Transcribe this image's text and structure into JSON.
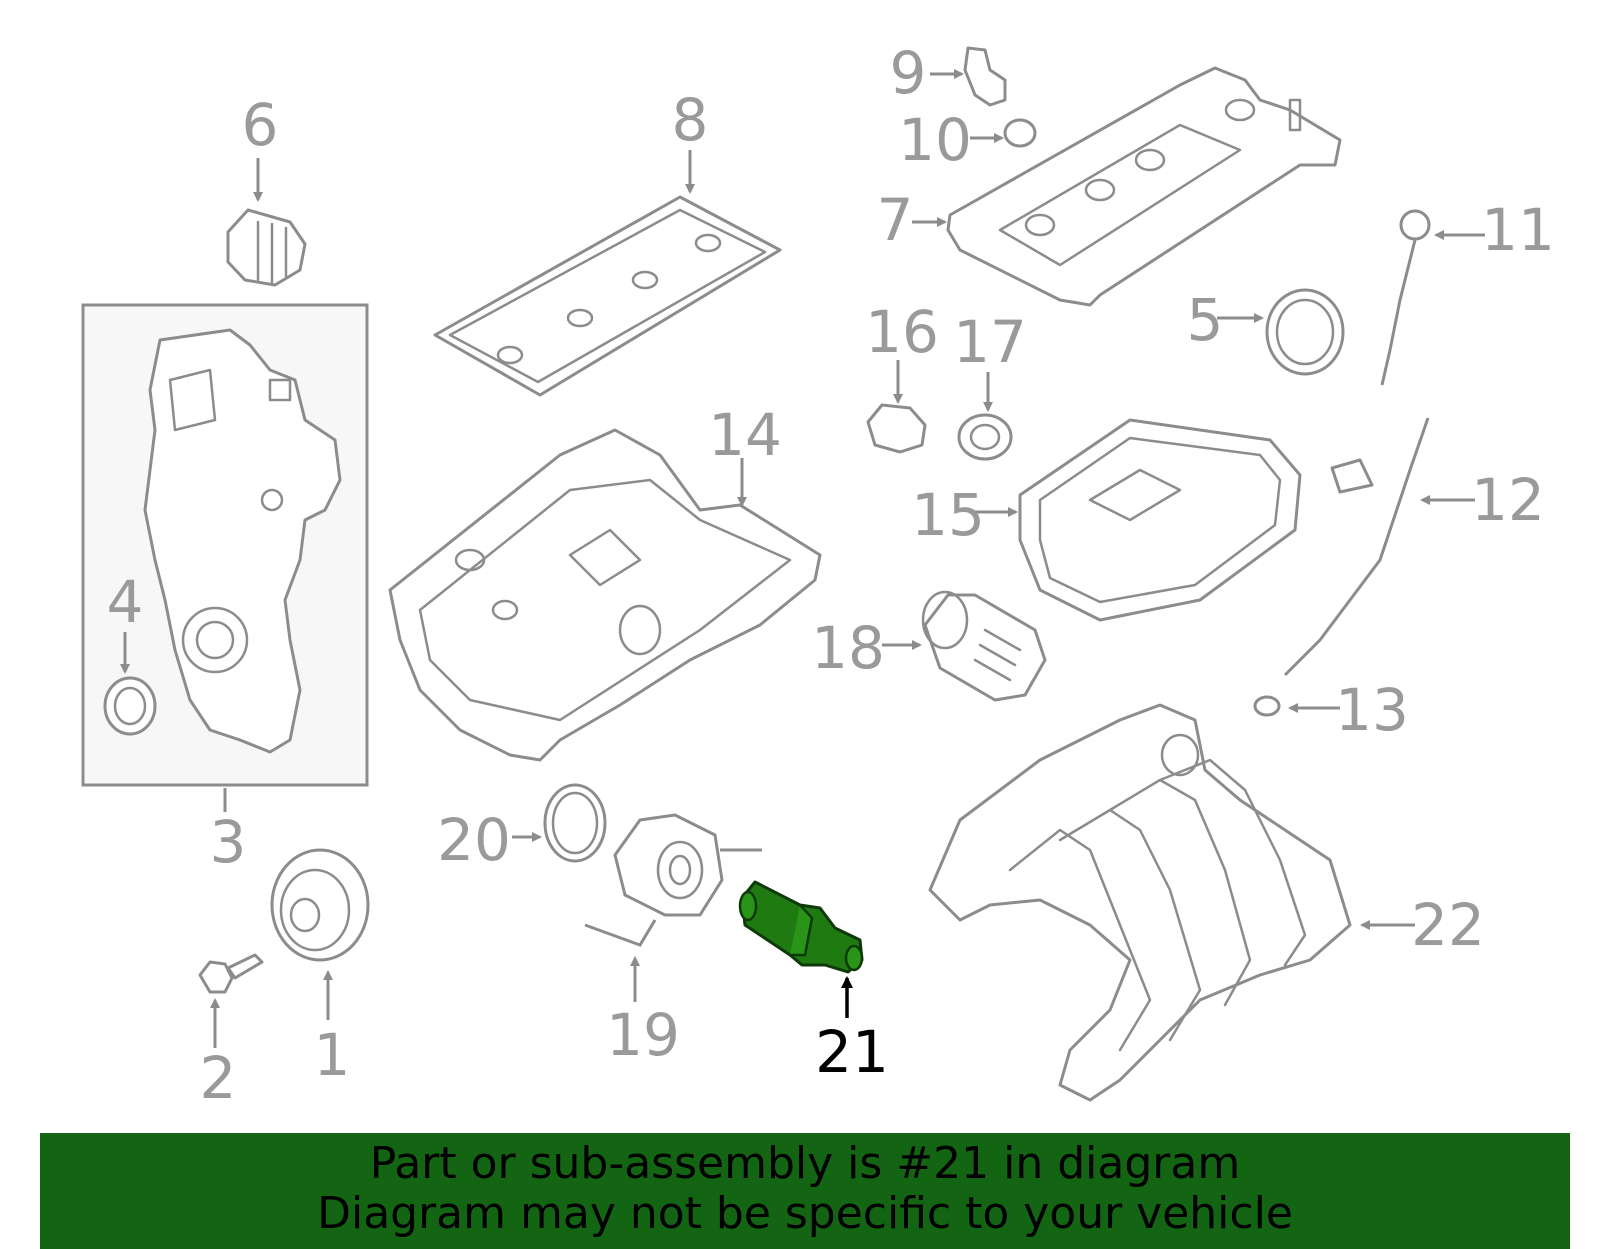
{
  "diagram": {
    "highlight_color": "#1f7a12",
    "highlighted_part": "21",
    "callouts": {
      "c1": "1",
      "c2": "2",
      "c3": "3",
      "c4": "4",
      "c5": "5",
      "c6": "6",
      "c7": "7",
      "c8": "8",
      "c9": "9",
      "c10": "10",
      "c11": "11",
      "c12": "12",
      "c13": "13",
      "c14": "14",
      "c15": "15",
      "c16": "16",
      "c17": "17",
      "c18": "18",
      "c19": "19",
      "c20": "20",
      "c21": "21",
      "c22": "22"
    }
  },
  "banner": {
    "color": "#136513",
    "line1": "Part or sub-assembly is #21 in diagram",
    "line2": "Diagram may not be specific to your vehicle"
  }
}
